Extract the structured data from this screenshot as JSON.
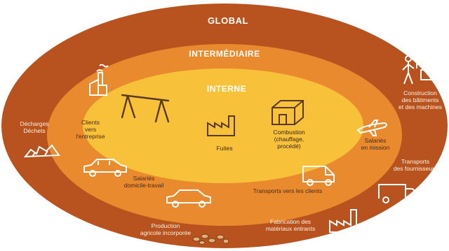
{
  "rings": {
    "global": "GLOBAL",
    "intermediaire": "INTERMÉDIAIRE",
    "interne": "INTERNE"
  },
  "labels": {
    "dechets": "Décharges\nDéchets",
    "clients_entreprise": "Clients\nvers\nl'entreprise",
    "fuites": "Fuites",
    "combustion": "Combustion\n(chauffage,\nprocédé)",
    "salaries_mission": "Salariés\nen mission",
    "construction": "Construction\ndes bâtiments\net des machines",
    "transports_fournisseurs": "Transports\ndes fournisseurs",
    "salaries_domicile": "Salariés\ndomicile-travail",
    "transports_clients": "Transports vers les clients",
    "production_agricole": "Production\nagricole incorporée",
    "fabrication_materiaux": "Fabrication des\nmatériaux entrants"
  },
  "colors": {
    "outer": "#b8531f",
    "middle": "#e98a2e",
    "inner": "#f7c23a",
    "icon_stroke": "#ffffff"
  },
  "icons": [
    "factory-chimney-icon",
    "swing-structure-icon",
    "factory-icon",
    "building-box-icon",
    "airplane-icon",
    "worker-crane-icon",
    "truck-icon",
    "car-icon",
    "car-icon",
    "delivery-van-icon",
    "factory-icon",
    "rubble-icon",
    "pebbles-icon"
  ]
}
